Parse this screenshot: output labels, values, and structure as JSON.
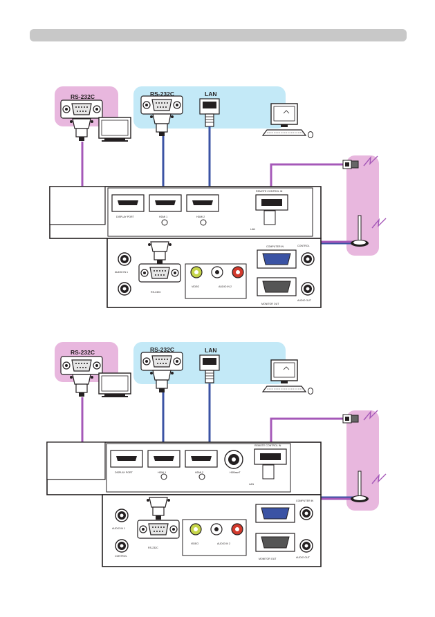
{
  "header": {
    "title": ""
  },
  "colors": {
    "header_bar": "#c8c8c8",
    "rs232_zone": "#e8b7de",
    "lan_zone": "#c3e9f7",
    "wire_purple": "#a558b8",
    "wire_blue": "#3b53a4",
    "panel_stroke": "#231f20"
  },
  "diagrams": [
    {
      "rs232_left_label": "RS-232C",
      "rs232_mid_label": "RS-232C",
      "lan_label": "LAN",
      "port_labels": [
        "DISPLAY PORT",
        "HDMI 1",
        "HDMI 2",
        "RS-232C",
        "REMOTE CONTROL IN",
        "LAN",
        "AUDIO IN 1",
        "VIDEO",
        "AUDIO IN 2",
        "COMPUTER IN",
        "MONITOR OUT",
        "AUDIO OUT",
        "CONTROL"
      ],
      "has_extra_port": false
    },
    {
      "rs232_left_label": "RS-232C",
      "rs232_mid_label": "RS-232C",
      "lan_label": "LAN",
      "port_labels": [
        "DISPLAY PORT",
        "HDMI 1",
        "HDMI 2",
        "HDBaseT",
        "RS-232C",
        "REMOTE CONTROL IN",
        "LAN",
        "AUDIO IN 1",
        "VIDEO",
        "AUDIO IN 2",
        "COMPUTER IN",
        "MONITOR OUT",
        "AUDIO OUT",
        "CONTROL"
      ],
      "has_extra_port": true
    }
  ],
  "icons": [
    "rs232-connector-icon",
    "monitor-icon",
    "computer-icon",
    "lan-plug-icon",
    "usb-plug-icon",
    "antenna-icon",
    "lightning-icon"
  ]
}
